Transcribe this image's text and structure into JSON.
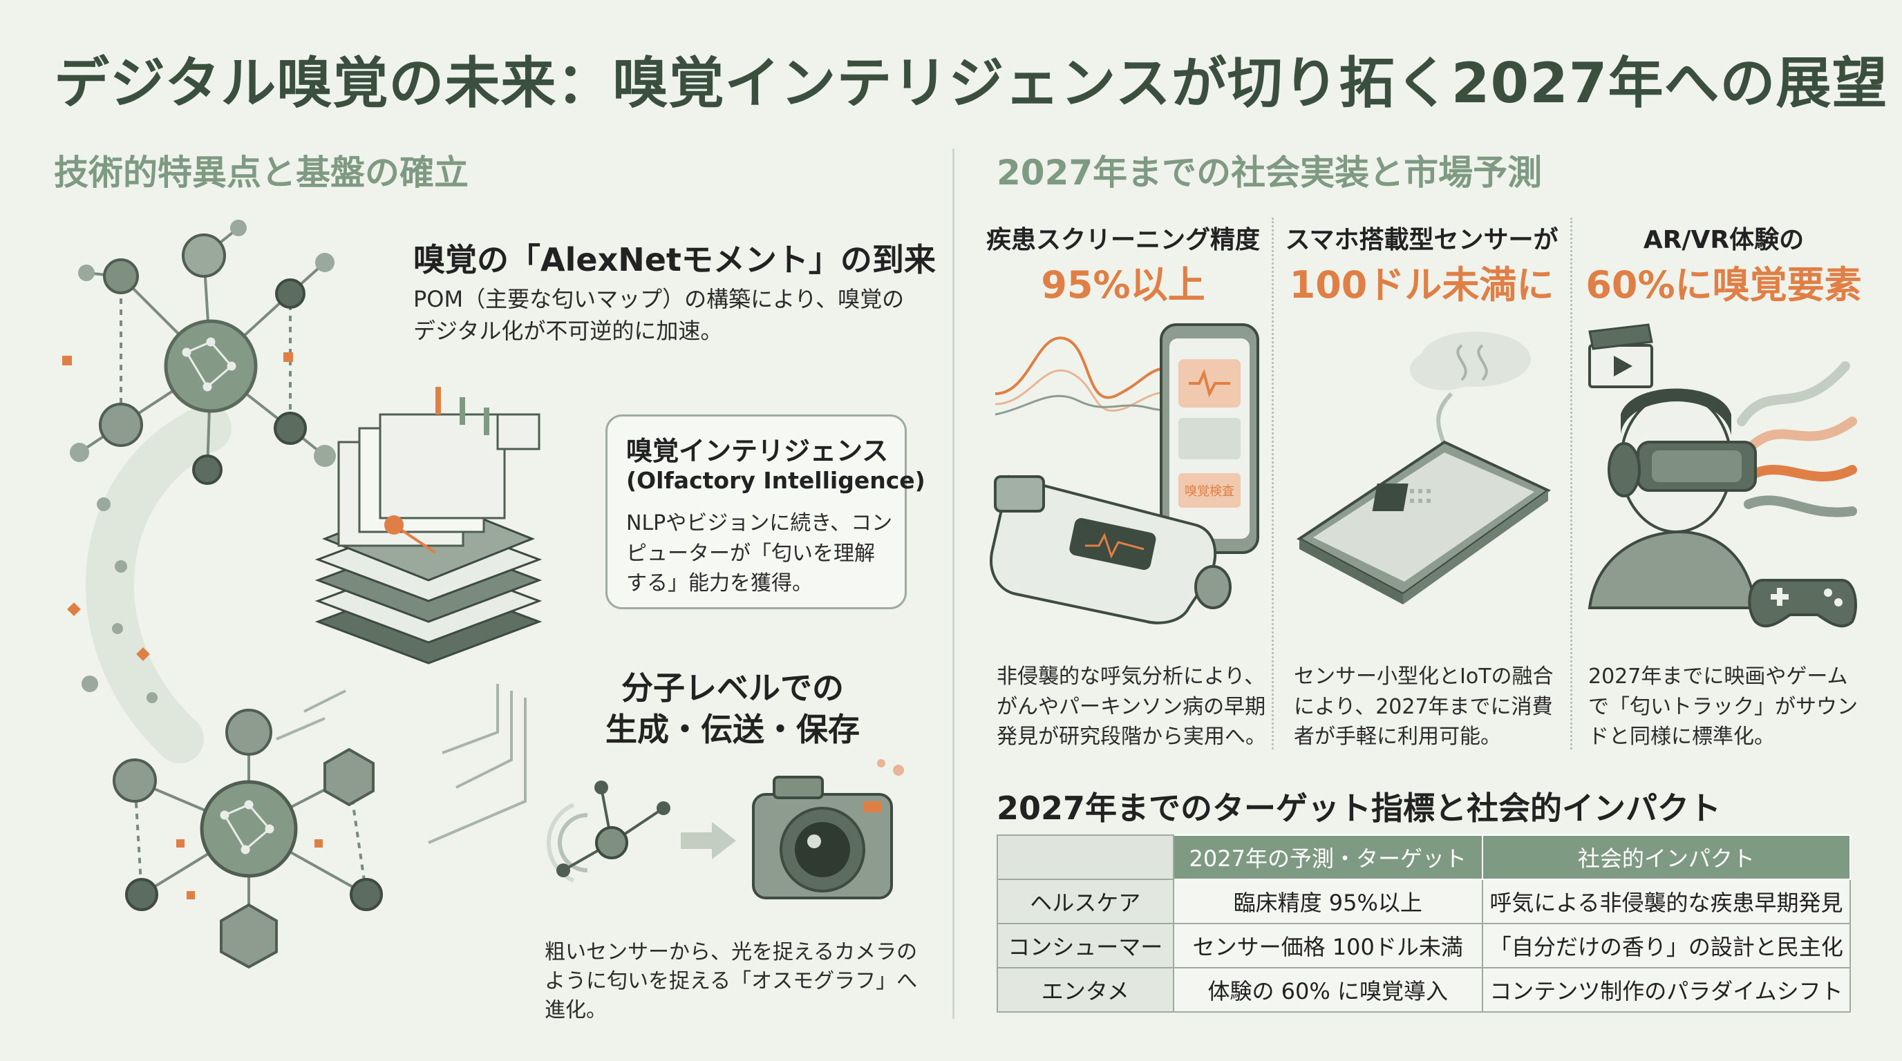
{
  "title": "デジタル嗅覚の未来：嗅覚インテリジェンスが切り拓く2027年への展望",
  "left": {
    "section_title": "技術的特異点と基盤の確立",
    "alexnet": {
      "heading": "嗅覚の「AlexNetモメント」の到来",
      "body_line1": "POM（主要な匂いマップ）の構築により、嗅覚の",
      "body_line2": "デジタル化が不可逆的に加速。"
    },
    "intelligence": {
      "heading_line1": "嗅覚インテリジェンス",
      "heading_line2": "(Olfactory Intelligence)",
      "body_line1": "NLPやビジョンに続き、コン",
      "body_line2": "ピューターが「匂いを理解",
      "body_line3": "する」能力を獲得。"
    },
    "molecular": {
      "heading_line1": "分子レベルでの",
      "heading_line2": "生成・伝送・保存",
      "body_line1": "粗いセンサーから、光を捉えるカメラの",
      "body_line2": "ように匂いを捉える「オスモグラフ」へ",
      "body_line3": "進化。"
    }
  },
  "right": {
    "section_title": "2027年までの社会実装と市場予測",
    "columns": [
      {
        "head": "疾患スクリーニング精度",
        "value": "95%以上",
        "desc_line1": "非侵襲的な呼気分析により、",
        "desc_line2": "がんやパーキンソン病の早期",
        "desc_line3": "発見が研究段階から実用へ。",
        "phone_label": "嗅覚検査"
      },
      {
        "head": "スマホ搭載型センサーが",
        "value": "100ドル未満に",
        "desc_line1": "センサー小型化とIoTの融合",
        "desc_line2": "により、2027年までに消費",
        "desc_line3": "者が手軽に利用可能。"
      },
      {
        "head": "AR/VR体験の",
        "value": "60%に嗅覚要素",
        "desc_line1": "2027年までに映画やゲーム",
        "desc_line2": "で「匂いトラック」がサウン",
        "desc_line3": "ドと同様に標準化。"
      }
    ],
    "table": {
      "title": "2027年までのターゲット指標と社会的インパクト",
      "headers": [
        "",
        "2027年の予測・ターゲット",
        "社会的インパクト"
      ],
      "rows": [
        [
          "ヘルスケア",
          "臨床精度 95%以上",
          "呼気による非侵襲的な疾患早期発見"
        ],
        [
          "コンシューマー",
          "センサー価格 100ドル未満",
          "「自分だけの香り」の設計と民主化"
        ],
        [
          "エンタメ",
          "体験の 60% に嗅覚導入",
          "コンテンツ制作のパラダイムシフト"
        ]
      ]
    }
  },
  "colors": {
    "accent": "#e07f45",
    "sage": "#7f9a82",
    "title": "#3b4f3e",
    "background": "#eff3ec"
  }
}
